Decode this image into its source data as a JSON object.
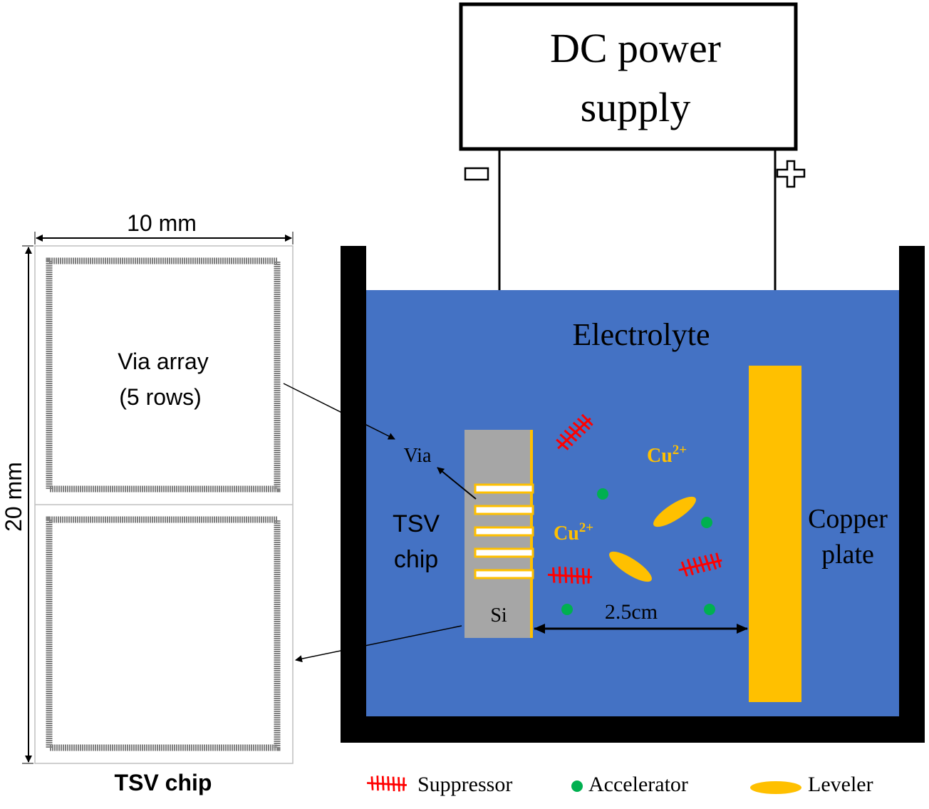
{
  "power_supply": {
    "line1": "DC power",
    "line2": "supply"
  },
  "chip_panel": {
    "width_label": "10 mm",
    "height_label": "20 mm",
    "via_array_line1": "Via array",
    "via_array_line2": "(5 rows)",
    "caption": "TSV chip"
  },
  "bath": {
    "electrolyte_label": "Electrolyte",
    "via_label": "Via",
    "tsv_line1": "TSV",
    "tsv_line2": "chip",
    "si_label": "Si",
    "copper_line1": "Copper",
    "copper_line2": "plate",
    "distance_label": "2.5cm",
    "ion_base": "Cu",
    "ion_charge": "2+"
  },
  "legend": {
    "suppressor": "Suppressor",
    "accelerator": "Accelerator",
    "leveler": "Leveler"
  },
  "colors": {
    "electrolyte": "#4472C4",
    "tank": "#000000",
    "copper": "#FFC000",
    "silicon": "#A6A6A6",
    "suppressor": "#FF0000",
    "accelerator": "#00B050",
    "chip_frame": "#808080"
  }
}
